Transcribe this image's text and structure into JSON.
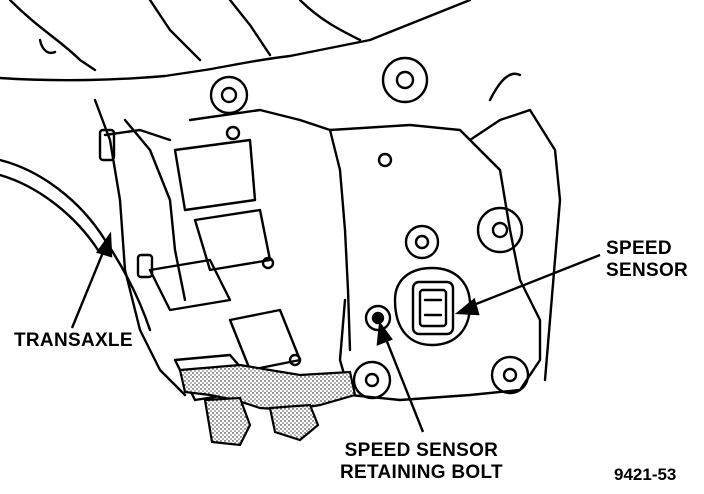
{
  "labels": {
    "transaxle": "TRANSAXLE",
    "speed_sensor_line1": "SPEED",
    "speed_sensor_line2": "SENSOR",
    "bolt_line1": "SPEED SENSOR",
    "bolt_line2": "RETAINING BOLT"
  },
  "figure_number": "9421-53",
  "colors": {
    "ink": "#000000",
    "paper": "#ffffff",
    "shade": "#bdbdbd"
  }
}
